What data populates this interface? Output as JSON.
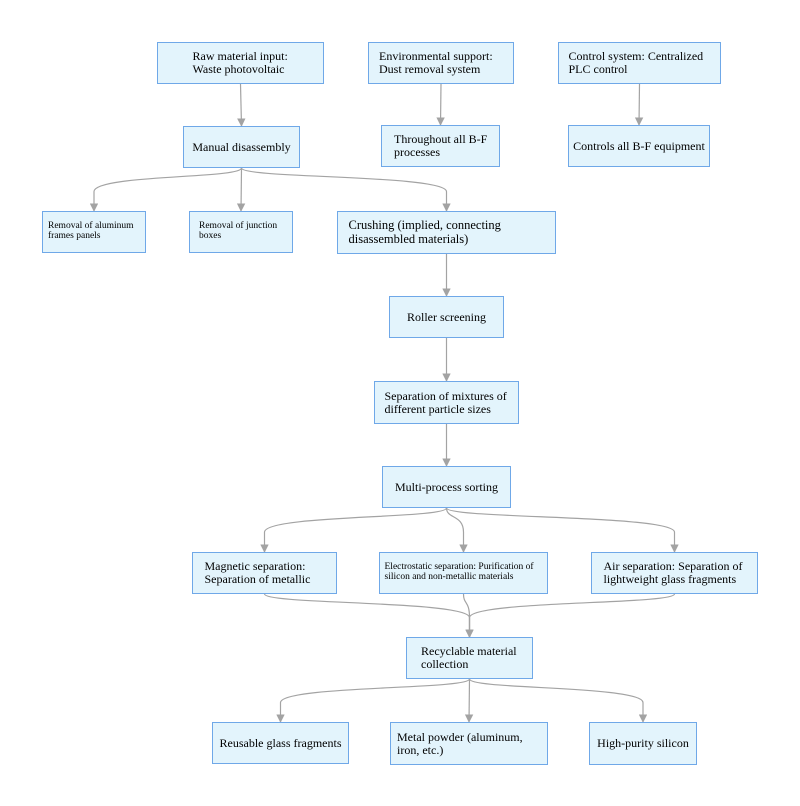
{
  "nodes": {
    "raw_input": "Raw material input: Waste photovoltaic",
    "env_support": "Environmental support: Dust removal system",
    "control_system": "Control system: Centralized PLC control",
    "manual_disassembly": "Manual disassembly",
    "throughout_bf": "Throughout all B-F processes",
    "controls_bf": "Controls all B-F equipment",
    "remove_aluminum": "Removal of aluminum frames panels",
    "remove_junction": "Removal of junction boxes",
    "crushing": "Crushing (implied, connecting disassembled materials)",
    "roller_screening": "Roller screening",
    "separation_mixtures": "Separation of mixtures of different particle sizes",
    "multi_sorting": "Multi-process sorting",
    "magnetic": "Magnetic separation: Separation of metallic",
    "electrostatic": "Electrostatic separation: Purification of silicon and non-metallic materials",
    "air_separation": "Air separation: Separation of lightweight glass fragments",
    "recyclable_collection": "Recyclable material collection",
    "glass_fragments": "Reusable glass fragments",
    "metal_powder": "Metal powder (aluminum, iron, etc.)",
    "high_purity_silicon": "High-purity silicon"
  },
  "edges": [
    [
      "raw_input",
      "manual_disassembly"
    ],
    [
      "env_support",
      "throughout_bf"
    ],
    [
      "control_system",
      "controls_bf"
    ],
    [
      "manual_disassembly",
      "remove_aluminum"
    ],
    [
      "manual_disassembly",
      "remove_junction"
    ],
    [
      "manual_disassembly",
      "crushing"
    ],
    [
      "crushing",
      "roller_screening"
    ],
    [
      "roller_screening",
      "separation_mixtures"
    ],
    [
      "separation_mixtures",
      "multi_sorting"
    ],
    [
      "multi_sorting",
      "magnetic"
    ],
    [
      "multi_sorting",
      "electrostatic"
    ],
    [
      "multi_sorting",
      "air_separation"
    ],
    [
      "magnetic",
      "recyclable_collection"
    ],
    [
      "electrostatic",
      "recyclable_collection"
    ],
    [
      "air_separation",
      "recyclable_collection"
    ],
    [
      "recyclable_collection",
      "glass_fragments"
    ],
    [
      "recyclable_collection",
      "metal_powder"
    ],
    [
      "recyclable_collection",
      "high_purity_silicon"
    ]
  ],
  "colors": {
    "node_fill": "#e3f4fc",
    "node_border": "#6fa8e8",
    "edge": "#a3a3a3"
  }
}
